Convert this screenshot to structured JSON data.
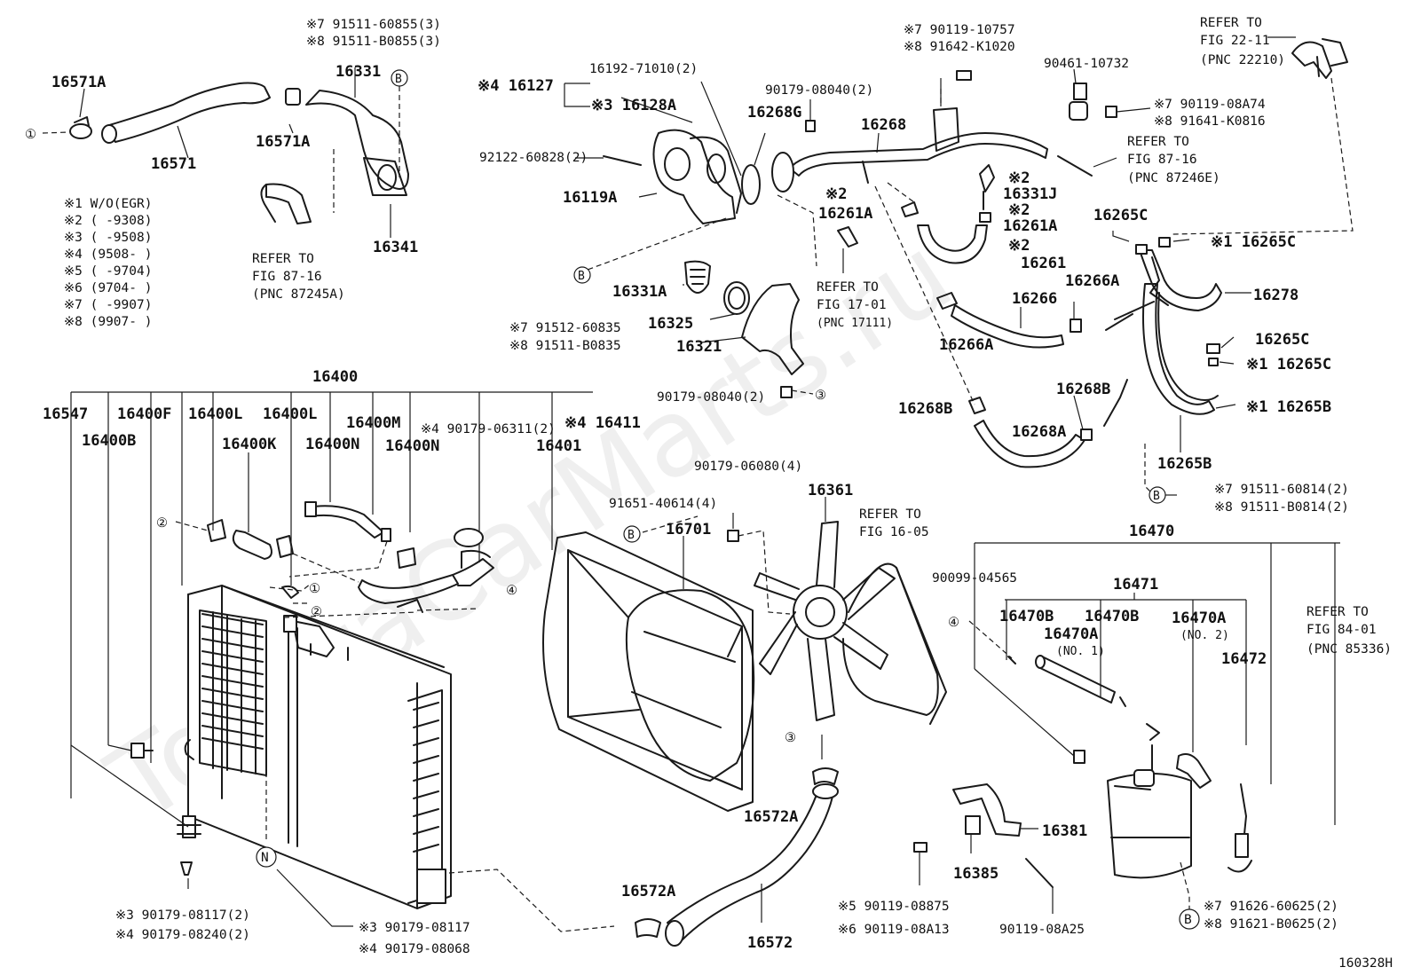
{
  "watermark": "ToyotaCarMarts.ru",
  "figure_code": "160328H",
  "notes": [
    "※1 W/O(EGR)",
    "※2 (     -9308)",
    "※3 (     -9508)",
    "※4 (9508-     )",
    "※5 (     -9704)",
    "※6 (9704-     )",
    "※7 (     -9907)",
    "※8 (9907-     )"
  ],
  "labels": {
    "p16571A_top": "16571A",
    "p16571": "16571",
    "p16571A_mid": "16571A",
    "p16331_alt": "※7 91511-60855(3)",
    "p16331_alt2": "※8 91511-B0855(3)",
    "p16331": "16331",
    "p16341": "16341",
    "ref8716a_1": "REFER TO",
    "ref8716a_2": "FIG 87-16",
    "ref8716a_3": "(PNC 87245A)",
    "p16127": "※4 16127",
    "p16192": "16192-71010(2)",
    "p16128A": "※3 16128A",
    "p92122": "92122-60828(2)",
    "p16119A": "16119A",
    "p90179_08040_top": "90179-08040(2)",
    "p16268G": "16268G",
    "p16268": "16268",
    "p90119_10757": "※7 90119-10757",
    "p91642": "※8 91642-K1020",
    "p90461": "90461-10732",
    "ref2211_1": "REFER TO",
    "ref2211_2": "FIG 22-11",
    "ref2211_3": "(PNC 22210)",
    "p90119_08A74": "※7 90119-08A74",
    "p91641": "※8 91641-K0816",
    "ref8716b_1": "REFER TO",
    "ref8716b_2": "FIG 87-16",
    "ref8716b_3": "(PNC 87246E)",
    "p16331J_mark": "※2",
    "p16331J": "16331J",
    "p16261A_r_mark": "※2",
    "p16261A_r": "16261A",
    "p16261A_l_mark": "※2",
    "p16261A_l": "16261A",
    "p16265C_top": "16265C",
    "p16265C_top2": "※1 16265C",
    "p16261_mark": "※2",
    "p16261": "16261",
    "p16331A": "16331A",
    "p16325": "16325",
    "p16321": "16321",
    "p91512": "※7 91512-60835",
    "p91511_B0835": "※8 91511-B0835",
    "ref1701_1": "REFER TO",
    "ref1701_2": "FIG 17-01",
    "ref1701_3": "(PNC 17111)",
    "p16266": "16266",
    "p16266A_r": "16266A",
    "p16266A_l": "16266A",
    "p16278": "16278",
    "p16265C_r1": "16265C",
    "p16265C_r2": "※1 16265C",
    "p16265B_r": "※1 16265B",
    "p16268B_r": "16268B",
    "p16268B_l": "16268B",
    "p16268A": "16268A",
    "p16265B": "16265B",
    "p91511_60814": "※7 91511-60814(2)",
    "p91511_B0814": "※8 91511-B0814(2)",
    "p90179_08040_mid": "90179-08040(2)",
    "p16400": "16400",
    "p16547": "16547",
    "p16400F": "16400F",
    "p16400L_1": "16400L",
    "p16400L_2": "16400L",
    "p16400M": "16400M",
    "p90179_06311": "※4 90179-06311(2)",
    "p16411": "※4 16411",
    "p16400B": "16400B",
    "p16400K": "16400K",
    "p16400N_1": "16400N",
    "p16400N_2": "16400N",
    "p16401": "16401",
    "p90179_06080": "90179-06080(4)",
    "p91651": "91651-40614(4)",
    "p16701": "16701",
    "p16361": "16361",
    "ref1605_1": "REFER TO",
    "ref1605_2": "FIG 16-05",
    "p16470": "16470",
    "p90099": "90099-04565",
    "p16471": "16471",
    "p16470B_1": "16470B",
    "p16470B_2": "16470B",
    "p16470A_1": "16470A",
    "p16470A_1n": "(NO. 1)",
    "p16470A_2": "16470A",
    "p16470A_2n": "(NO. 2)",
    "p16472": "16472",
    "ref8401_1": "REFER TO",
    "ref8401_2": "FIG 84-01",
    "ref8401_3": "(PNC 85336)",
    "p16572A_top": "16572A",
    "p16572A_bot": "16572A",
    "p16572": "16572",
    "p16381": "16381",
    "p16385": "16385",
    "p90119_08875": "※5 90119-08875",
    "p90119_08A13": "※6 90119-08A13",
    "p90119_08A25": "90119-08A25",
    "p91626": "※7 91626-60625(2)",
    "p91621": "※8 91621-B0625(2)",
    "p90179_08117_2": "※3 90179-08117(2)",
    "p90179_08240": "※4 90179-08240(2)",
    "p90179_08117": "※3 90179-08117",
    "p90179_08068": "※4 90179-08068"
  },
  "markers": {
    "one": "①",
    "two": "②",
    "three": "③",
    "four": "④",
    "B": "B",
    "N": "N"
  }
}
